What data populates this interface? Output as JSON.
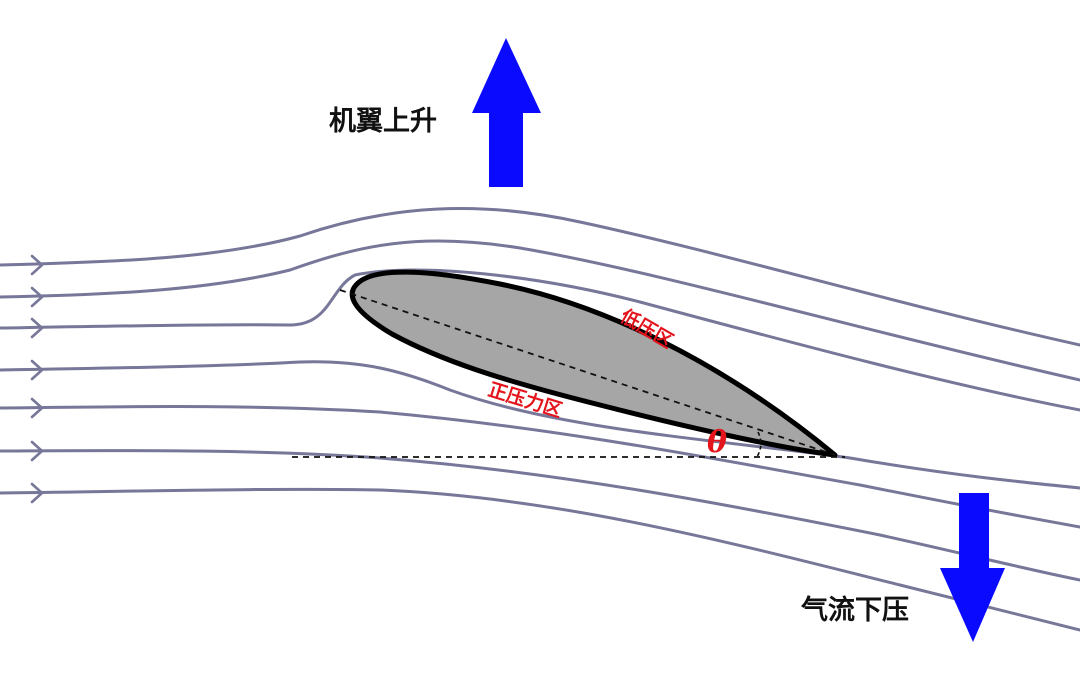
{
  "labels": {
    "lift": "机翼上升",
    "downwash": "气流下压",
    "low_pressure": "低压区",
    "positive_pressure": "正压力区",
    "angle": "θ"
  },
  "colors": {
    "streamline": "#777799",
    "arrow": "#0a0aff",
    "airfoil_fill": "#a6a6a6",
    "airfoil_stroke": "#000000",
    "annotation": "#e3141b",
    "text": "#111111"
  },
  "icons": {
    "lift_arrow": "up-arrow-icon",
    "downwash_arrow": "down-arrow-icon",
    "flow_marker": "chevron-right-icon"
  }
}
